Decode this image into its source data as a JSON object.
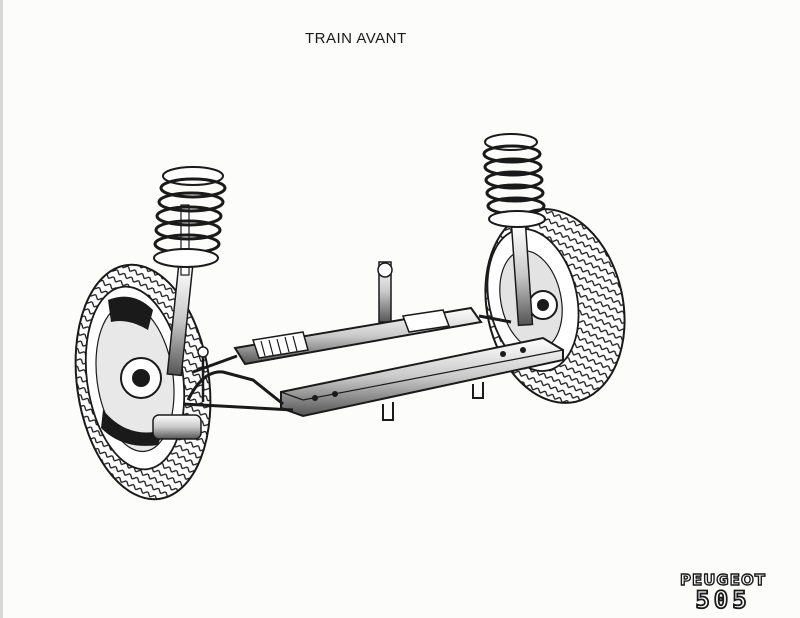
{
  "title": "TRAIN AVANT",
  "brand": {
    "name": "PEUGEOT",
    "model": "505"
  },
  "illustration": {
    "subject": "front-suspension-assembly"
  },
  "colors": {
    "ink": "#1a1a1a",
    "paper": "#fcfcfb",
    "shade": "#8a8a8a"
  }
}
